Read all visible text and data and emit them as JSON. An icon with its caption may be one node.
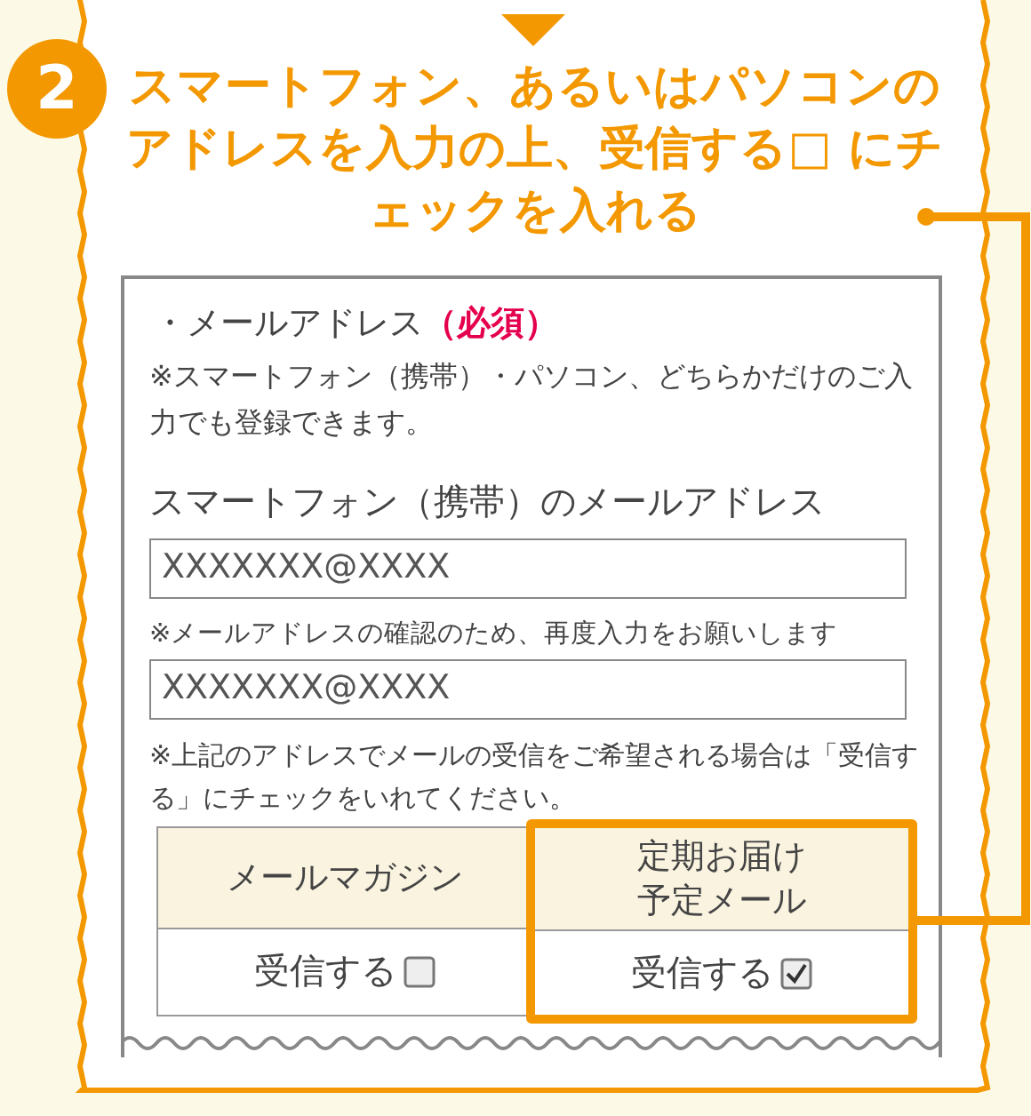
{
  "diagram": {
    "nodes": [
      {
        "text": [
          "2"
        ]
      },
      {
        "text": [
          "スマートフォン、あるいはパソコンのアドレスを入力の上、受信する□ にチェックを入れる"
        ]
      },
      {
        "text": [
          "・メールアドレス",
          "（必須）",
          "※スマートフォン（携帯）・パソコン、どちらかだけのご入力でも登録できます。",
          "スマートフォン（携帯）のメールアドレス",
          "※メールアドレスの確認のため、再度入力をお願いします",
          "※上記のアドレスでメールの受信をご希望される場合は「受信する」にチェックをいれてください。"
        ]
      },
      {
        "text": [
          "XXXXXXX@XXXX"
        ],
        "in": 2
      },
      {
        "text": [
          "XXXXXXX@XXXX"
        ],
        "in": 2
      },
      {
        "text": [
          "メールマガジン"
        ],
        "in": 2
      },
      {
        "text": [
          "受信する"
        ],
        "in": 2
      },
      {
        "text": [],
        "shape": "box",
        "in": 2
      },
      {
        "text": [
          "定期お届け予定メール"
        ],
        "in": 7
      },
      {
        "text": [
          "受信する"
        ],
        "in": 7
      }
    ],
    "edges": [
      {
        "from": 1,
        "to": 7,
        "arrow": "other"
      }
    ]
  }
}
